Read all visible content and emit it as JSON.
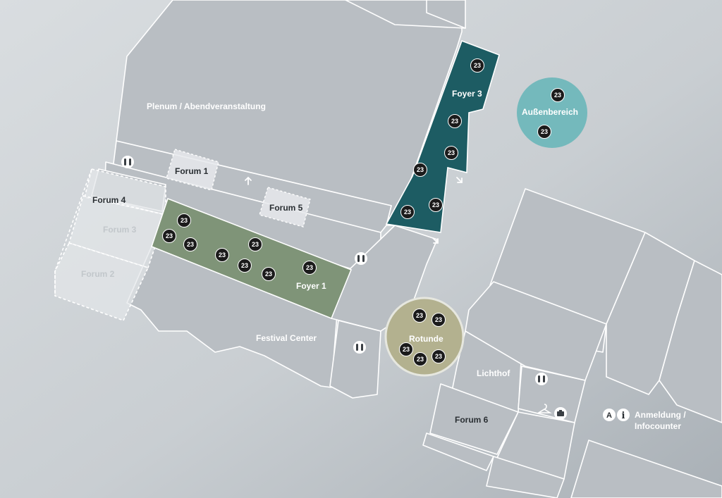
{
  "colors": {
    "background_light": "#d9dde0",
    "background_dark": "#a9b0b6",
    "room_fill": "#b9bec3",
    "wall_stroke": "#ffffff",
    "foyer1_fill": "#7f9478",
    "foyer3_fill": "#1d5c63",
    "aussenbereich_fill": "#74b9bc",
    "rotunde_fill": "#b3b18f",
    "pin_fill": "#1b1b1b"
  },
  "icons": [
    "restroom-icon",
    "wardrobe-icon",
    "luggage-icon",
    "info-icon",
    "arrow-icon"
  ],
  "areas": {
    "plenum": "Plenum / Abendveranstaltung",
    "forum1": "Forum 1",
    "forum2": "Forum 2",
    "forum3": "Forum 3",
    "forum4": "Forum 4",
    "forum5": "Forum 5",
    "forum6": "Forum 6",
    "foyer1": "Foyer 1",
    "foyer3": "Foyer 3",
    "aussenbereich": "Außenbereich",
    "festival_center": "Festival Center",
    "rotunde": "Rotunde",
    "lichthof": "Lichthof",
    "anmeldung_line1": "Anmeldung /",
    "anmeldung_line2": "Infocounter"
  },
  "badges": {
    "info_letter": "A",
    "info_symbol": "i"
  },
  "pin_label": "23",
  "pin_counts": {
    "foyer1": 8,
    "foyer3": 6,
    "aussenbereich": 2,
    "rotunde": 5
  }
}
